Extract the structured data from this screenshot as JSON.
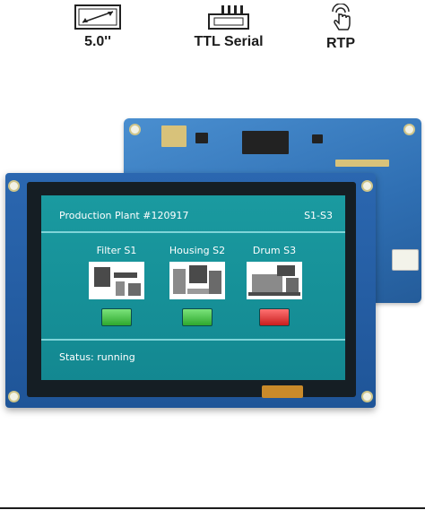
{
  "specs": [
    {
      "label": "5.0''",
      "icon": "screen-size-icon"
    },
    {
      "label": "TTL Serial",
      "icon": "connector-icon"
    },
    {
      "label": "RTP",
      "icon": "touch-icon"
    }
  ],
  "screen": {
    "title": "Production Plant #120917",
    "range": "S1-S3",
    "units": [
      {
        "label": "Filter S1",
        "lamp": "green",
        "lamp_color": "#3fbf3f"
      },
      {
        "label": "Housing S2",
        "lamp": "green",
        "lamp_color": "#3fbf3f"
      },
      {
        "label": "Drum S3",
        "lamp": "red",
        "lamp_color": "#d93030"
      }
    ],
    "status": "Status: running"
  },
  "colors": {
    "screen_bg": "#1a9aa0",
    "pcb_blue": "#2b67b0",
    "title_text": "#1b1b1b"
  }
}
